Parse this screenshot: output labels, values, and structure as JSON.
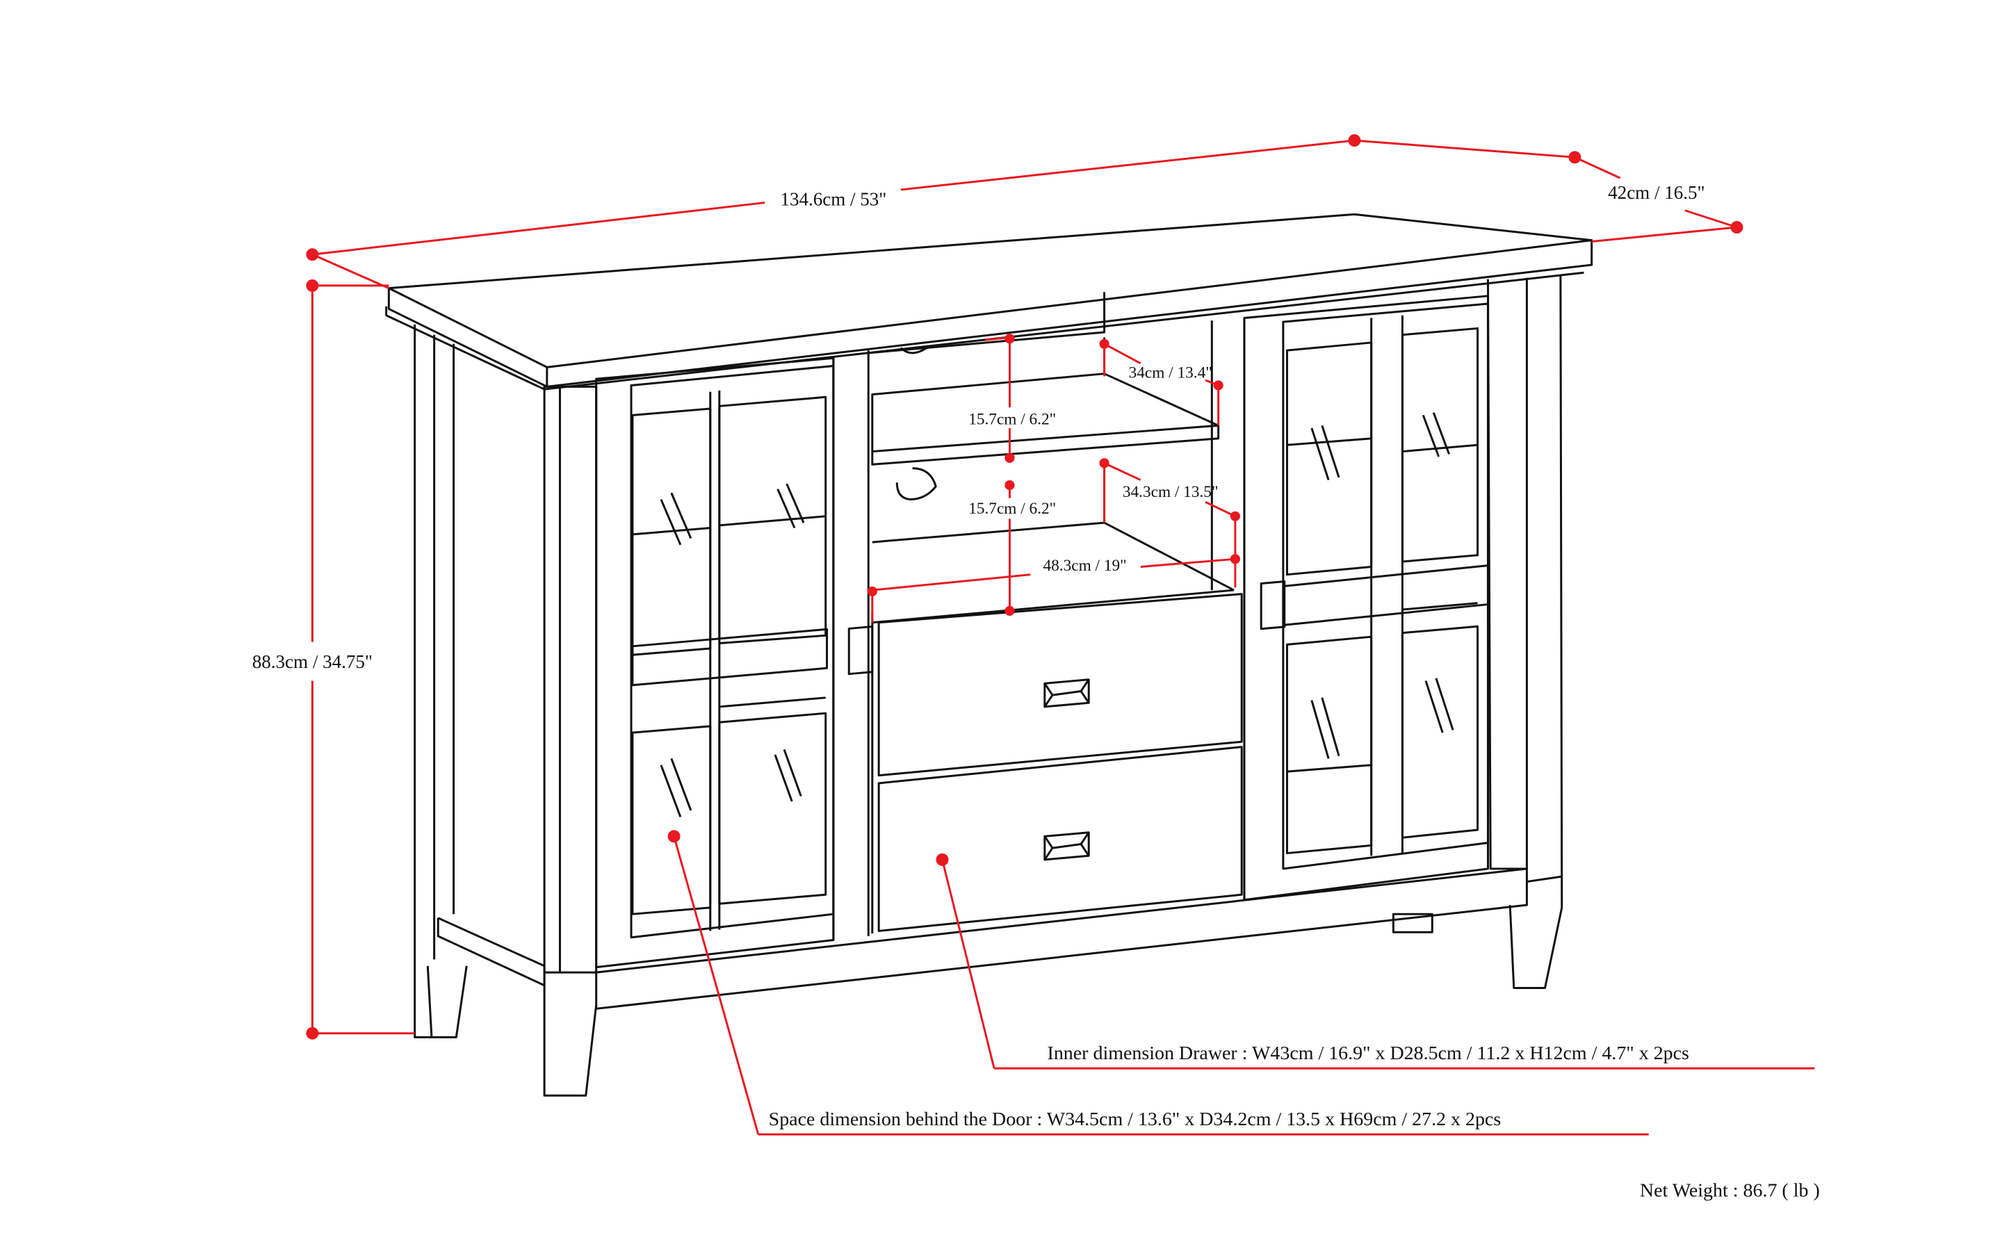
{
  "title": "Furniture dimension diagram - TV stand with glass doors and drawers",
  "colors": {
    "line": "#111111",
    "dimension": "#e8191f",
    "background": "#ffffff"
  },
  "dimensions": {
    "width": "134.6cm / 53\"",
    "depth": "42cm / 16.5\"",
    "height": "88.3cm / 34.75\"",
    "upper_shelf_depth": "34cm / 13.4\"",
    "upper_opening_height": "15.7cm / 6.2\"",
    "lower_opening_height": "15.7cm / 6.2\"",
    "lower_shelf_depth": "34.3cm / 13.5\"",
    "inner_opening_width": "48.3cm / 19\""
  },
  "callouts": {
    "drawer": "Inner dimension Drawer : W43cm / 16.9\" x D28.5cm / 11.2 x H12cm / 4.7\" x 2pcs",
    "door": "Space dimension behind the Door  : W34.5cm / 13.6\" x D34.2cm / 13.5 x H69cm / 27.2 x 2pcs"
  },
  "net_weight": "Net Weight : 86.7 ( lb )"
}
